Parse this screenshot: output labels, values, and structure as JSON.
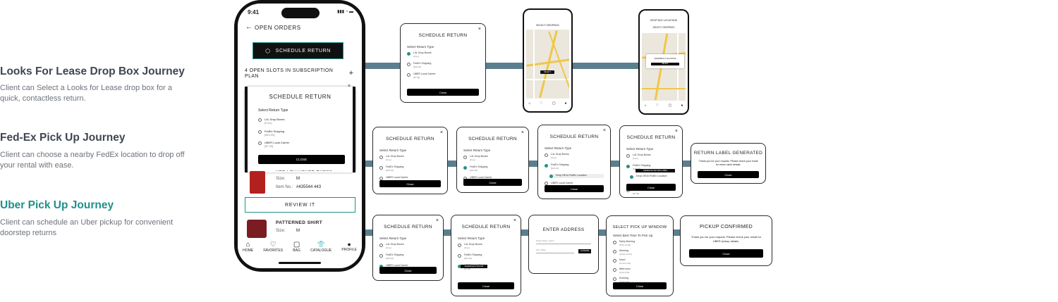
{
  "journeys": [
    {
      "title": "Looks For Lease Drop Box Journey",
      "desc": "Client can Select a Looks for Lease drop box for a quick, contactless return."
    },
    {
      "title": "Fed-Ex Pick Up Journey",
      "desc": "Client can choose a nearby FedEx location to drop off your rental with ease."
    },
    {
      "title": "Uber Pick Up Journey",
      "desc": "Client can schedule an Uber pickup for convenient doorstep returns"
    }
  ],
  "colors": {
    "accent": "#1f9189",
    "connector": "#5a7f8f",
    "title": "#3f4652"
  },
  "phone": {
    "time": "9:41",
    "status_icons": "▮▮▮ ◔ ▬",
    "header": "OPEN ORDERS",
    "schedule_btn": "SCHEDULE RETURN",
    "slots_text": "4 OPEN SLOTS IN SUBSCRIPTION PLAN",
    "plus": "+",
    "modal": {
      "title": "SCHEDULE RETURN",
      "sub": "Select Return Type",
      "options": [
        {
          "label": "L4L Drop Boxes",
          "note": "[Free]"
        },
        {
          "label": "FedEx Shipping",
          "note": "[$19.99]"
        },
        {
          "label": "UBER Local Carrier",
          "note": "[$7.99]"
        }
      ],
      "close": "CLOSE"
    },
    "item1": {
      "name": "RED FEATHERED DRESS",
      "size_label": "Size:",
      "size": "M",
      "item_label": "Item No.:",
      "item_no": "#435544 443"
    },
    "review_btn": "REVIEW IT",
    "item2": {
      "name": "PATTERNED SHIRT",
      "size_label": "Size:",
      "size": "M"
    },
    "nav": [
      {
        "label": "HOME",
        "icon": "home-icon",
        "glyph": "⌂"
      },
      {
        "label": "FAVORITES",
        "icon": "heart-icon",
        "glyph": "♡"
      },
      {
        "label": "BAG",
        "icon": "bag-icon",
        "glyph": "▢"
      },
      {
        "label": "CATALOGUE",
        "icon": "shirt-icon",
        "glyph": "👕"
      },
      {
        "label": "PROFILE",
        "icon": "profile-icon",
        "glyph": "●"
      }
    ]
  },
  "common": {
    "schedule_title": "SCHEDULE RETURN",
    "select_type": "Select Return Type",
    "opt1": "L4L Drop Boxes",
    "opt1n": "[Free]",
    "opt2": "FedEx Shipping",
    "opt2n": "[$19.99]",
    "opt3": "UBER Local Carrier",
    "opt3n": "[$7.99]",
    "close": "Close",
    "close_x": "×"
  },
  "row1": {
    "card_title": "SCHEDULE RETURN",
    "map1": {
      "title": "SELECT DROPBOX",
      "btn": "SELECT"
    },
    "map2": {
      "header": "DROP BOX LOCATIONS",
      "title": "SELECT DROPBOX",
      "popup": "DROPBOX LOCATION",
      "popup_btn": "SELECT"
    }
  },
  "row2": {
    "fedex_option": "Drop Off At FedEx Location",
    "label_btn": "GENERATE RETURN LABEL",
    "label_title": "RETURN LABEL GENERATED",
    "label_text": "Thank you for your request. Please check your email for return label details."
  },
  "row3": {
    "schedule_btn": "SCHEDULE A PICKUP",
    "addr_title": "ENTER ADDRESS",
    "addr_sub": "Street Name, Apt #",
    "addr_ph": "City, State",
    "addr_btn": "CONFIRM",
    "window_title": "SELECT PICK UP WINDOW",
    "window_sub": "Select Best Time To Pick Up",
    "windows": [
      {
        "label": "Early Morning",
        "note": "[8:00-10:00]"
      },
      {
        "label": "Morning",
        "note": "[10:00-12:00]"
      },
      {
        "label": "Noon",
        "note": "[12:00-2:00]"
      },
      {
        "label": "Afternoon",
        "note": "[2:00-4:00]"
      },
      {
        "label": "Evening",
        "note": "[4:00-6:00]"
      }
    ],
    "confirm_title": "PICKUP CONFIRMED",
    "confirm_text": "Thank you for your request. Please check your email for UBER pickup details."
  }
}
